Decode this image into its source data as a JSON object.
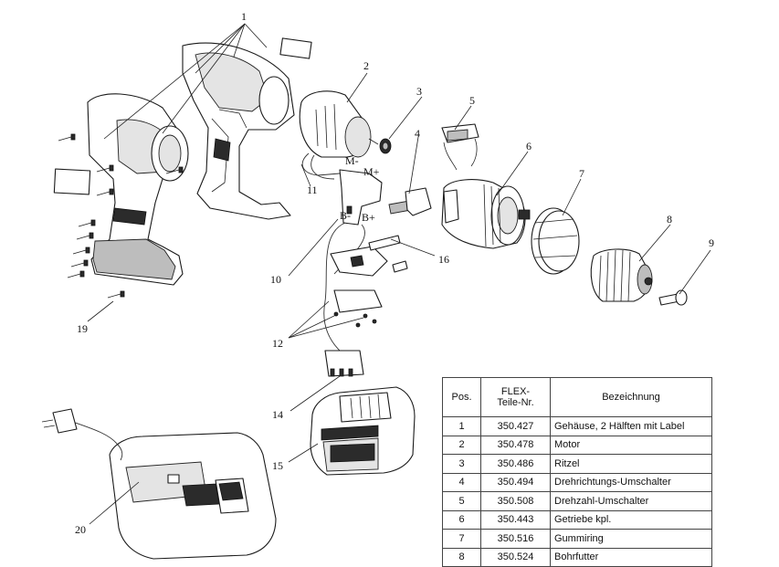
{
  "callouts": {
    "n1": "1",
    "n2": "2",
    "n3": "3",
    "n4": "4",
    "n5": "5",
    "n6": "6",
    "n7": "7",
    "n8": "8",
    "n9": "9",
    "n10": "10",
    "n11": "11",
    "n12": "12",
    "n14": "14",
    "n15": "15",
    "n16": "16",
    "n19": "19",
    "n20": "20"
  },
  "motor_terminals": {
    "m_minus": "M-",
    "m_plus": "M+",
    "b_minus": "B-",
    "b_plus": "B+"
  },
  "table": {
    "headers": {
      "pos": "Pos.",
      "part_no_line1": "FLEX-",
      "part_no_line2": "Teile-Nr.",
      "description": "Bezeichnung"
    },
    "rows": [
      {
        "pos": "1",
        "part_no": "350.427",
        "description": "Gehäuse, 2 Hälften mit Label"
      },
      {
        "pos": "2",
        "part_no": "350.478",
        "description": "Motor"
      },
      {
        "pos": "3",
        "part_no": "350.486",
        "description": "Ritzel"
      },
      {
        "pos": "4",
        "part_no": "350.494",
        "description": "Drehrichtungs-Umschalter"
      },
      {
        "pos": "5",
        "part_no": "350.508",
        "description": "Drehzahl-Umschalter"
      },
      {
        "pos": "6",
        "part_no": "350.443",
        "description": "Getriebe kpl."
      },
      {
        "pos": "7",
        "part_no": "350.516",
        "description": "Gummiring"
      },
      {
        "pos": "8",
        "part_no": "350.524",
        "description": "Bohrfutter"
      }
    ]
  }
}
